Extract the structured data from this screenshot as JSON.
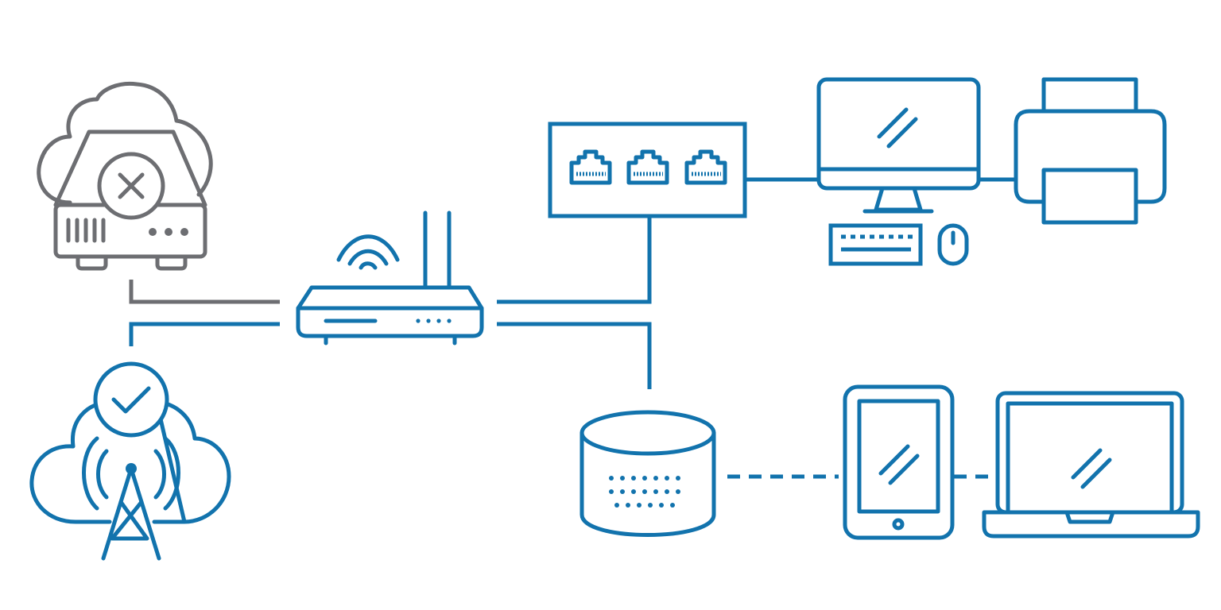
{
  "diagram": {
    "kind": "network-topology",
    "colors": {
      "connected": "#1273ad",
      "disconnected": "#6d6e72",
      "background": "#ffffff"
    },
    "nodes": [
      {
        "id": "failed-cloud-server",
        "icon": "cloud-server-x-icon",
        "status": "error",
        "color": "disconnected"
      },
      {
        "id": "cloud-cell-tower",
        "icon": "cloud-tower-check-icon",
        "status": "ok",
        "color": "connected"
      },
      {
        "id": "wifi-router",
        "icon": "router-icon",
        "color": "connected"
      },
      {
        "id": "network-switch",
        "icon": "switch-ethernet-icon",
        "ports": 3,
        "color": "connected"
      },
      {
        "id": "desktop-computer",
        "icon": "desktop-monitor-icon",
        "color": "connected"
      },
      {
        "id": "keyboard",
        "icon": "keyboard-icon",
        "color": "connected"
      },
      {
        "id": "mouse",
        "icon": "mouse-icon",
        "color": "connected"
      },
      {
        "id": "printer",
        "icon": "printer-icon",
        "color": "connected"
      },
      {
        "id": "smart-speaker-hub",
        "icon": "smart-hub-icon",
        "color": "connected"
      },
      {
        "id": "tablet",
        "icon": "tablet-icon",
        "color": "connected"
      },
      {
        "id": "laptop",
        "icon": "laptop-icon",
        "color": "connected"
      }
    ],
    "links": [
      {
        "from": "failed-cloud-server",
        "to": "wifi-router",
        "style": "solid",
        "color": "disconnected"
      },
      {
        "from": "cloud-cell-tower",
        "to": "wifi-router",
        "style": "solid",
        "color": "connected"
      },
      {
        "from": "wifi-router",
        "to": "network-switch",
        "style": "solid",
        "color": "connected"
      },
      {
        "from": "wifi-router",
        "to": "smart-speaker-hub",
        "style": "solid",
        "color": "connected"
      },
      {
        "from": "network-switch",
        "to": "desktop-computer",
        "style": "solid",
        "color": "connected"
      },
      {
        "from": "desktop-computer",
        "to": "printer",
        "style": "solid",
        "color": "connected"
      },
      {
        "from": "smart-speaker-hub",
        "to": "tablet",
        "style": "dashed",
        "color": "connected"
      },
      {
        "from": "tablet",
        "to": "laptop",
        "style": "dashed",
        "color": "connected"
      }
    ]
  }
}
